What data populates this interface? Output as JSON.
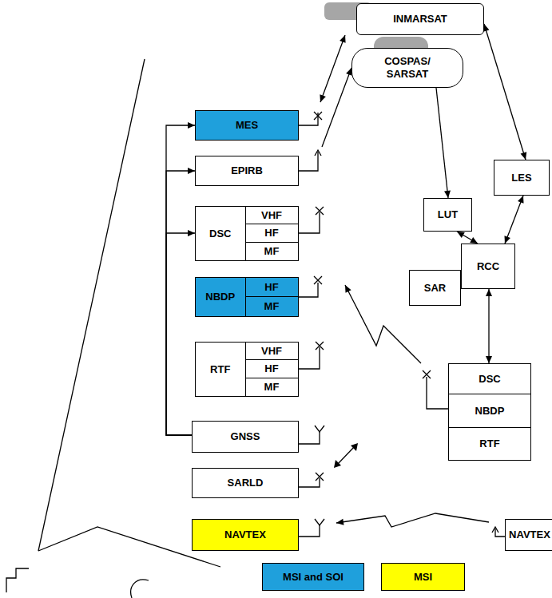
{
  "diagram": {
    "nodes": [
      {
        "text": [
          "INMARSAT"
        ]
      },
      {
        "text": [
          "COSPAS/ SARSAT"
        ]
      },
      {
        "text": [
          "MES"
        ]
      },
      {
        "text": [
          "EPIRB"
        ]
      },
      {
        "text": [
          "DSC"
        ]
      },
      {
        "text": [
          "VHF"
        ],
        "in": 4
      },
      {
        "text": [
          "HF"
        ],
        "in": 4
      },
      {
        "text": [
          "MF"
        ],
        "in": 4
      },
      {
        "text": [
          "NBDP"
        ]
      },
      {
        "text": [
          "HF"
        ],
        "in": 8
      },
      {
        "text": [
          "MF"
        ],
        "in": 8
      },
      {
        "text": [
          "RTF"
        ]
      },
      {
        "text": [
          "VHF"
        ],
        "in": 11
      },
      {
        "text": [
          "HF"
        ],
        "in": 11
      },
      {
        "text": [
          "MF"
        ],
        "in": 11
      },
      {
        "text": [
          "GNSS"
        ]
      },
      {
        "text": [
          "SARLD"
        ]
      },
      {
        "text": [
          "NAVTEX"
        ]
      },
      {
        "text": [
          "LES"
        ]
      },
      {
        "text": [
          "LUT"
        ]
      },
      {
        "text": [
          "RCC"
        ]
      },
      {
        "text": [
          "SAR"
        ]
      },
      {
        "text": [
          "DSC"
        ]
      },
      {
        "text": [
          "NBDP"
        ]
      },
      {
        "text": [
          "RTF"
        ]
      },
      {
        "text": [
          "NAVTEX"
        ]
      }
    ],
    "edges": [
      {
        "from": 2,
        "to": 0,
        "arrow": "both"
      },
      {
        "from": 3,
        "to": 1,
        "arrow": "to"
      },
      {
        "from": 1,
        "to": 19,
        "arrow": "to"
      },
      {
        "from": 0,
        "to": 18,
        "arrow": "both"
      },
      {
        "from": 19,
        "to": 20,
        "arrow": "both"
      },
      {
        "from": 18,
        "to": 20,
        "arrow": "both"
      },
      {
        "from": 20,
        "to": 22,
        "arrow": "both"
      },
      {
        "from": 23,
        "to": 8,
        "arrow": "to"
      },
      {
        "from": 15,
        "to": 2,
        "arrow": "to"
      },
      {
        "from": 15,
        "to": 3,
        "arrow": "to"
      },
      {
        "from": 15,
        "to": 4,
        "arrow": "to"
      },
      {
        "from": 25,
        "to": 17,
        "arrow": "to"
      }
    ],
    "legend": [
      {
        "text": "MSI and SOI",
        "color": "#1fa0dc"
      },
      {
        "text": "MSI",
        "color": "#ffff00"
      }
    ]
  }
}
